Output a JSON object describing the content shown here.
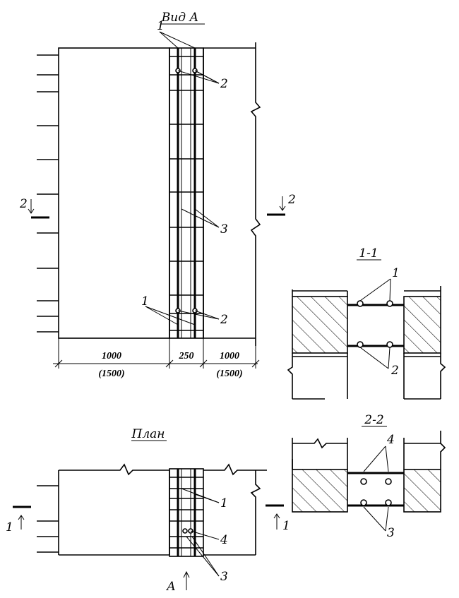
{
  "labels": {
    "view_a": "Вид А",
    "plan": "План",
    "section_1": "1-1",
    "section_2": "2-2",
    "arrow_a": "А",
    "cut_2": "2",
    "cut_1": "1"
  },
  "callouts": {
    "c1": "1",
    "c2": "2",
    "c3": "3",
    "c4": "4"
  },
  "dimensions": {
    "left_width": "1000",
    "left_width_alt": "(1500)",
    "gap_width": "250",
    "right_width": "1000",
    "right_width_alt": "(1500)"
  }
}
